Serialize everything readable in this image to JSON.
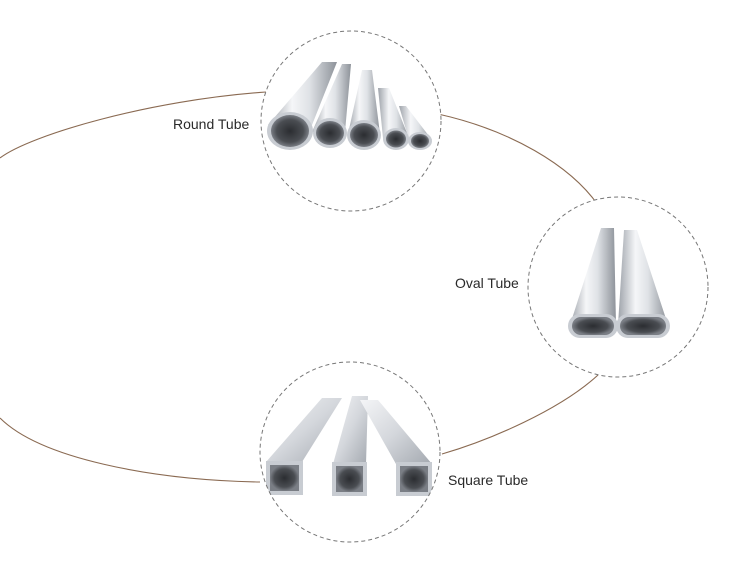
{
  "products": [
    {
      "id": "round",
      "label": "Round Tube",
      "icon": "round-tube-photo"
    },
    {
      "id": "oval",
      "label": "Oval Tube",
      "icon": "oval-tube-photo"
    },
    {
      "id": "square",
      "label": "Square Tube",
      "icon": "square-tube-photo"
    }
  ],
  "colors": {
    "orbit_line": "#8a6a52",
    "circle_border": "#777777",
    "label_text": "#2a2a2a",
    "metal_light": "#f2f3f5",
    "metal_mid": "#c9ccd1",
    "metal_dark": "#5f6368"
  }
}
